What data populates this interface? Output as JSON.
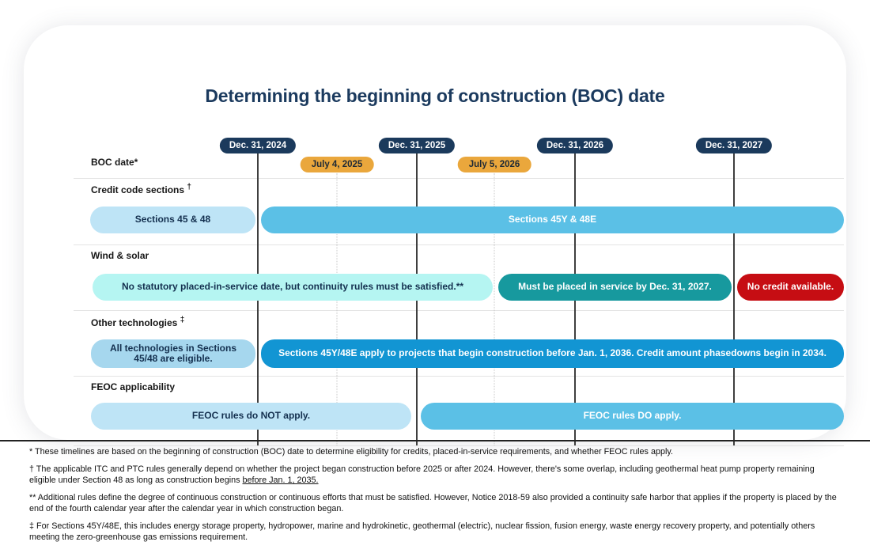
{
  "title": "Determining the beginning of construction (BOC) date",
  "timeline": {
    "milestones": [
      "Dec. 31, 2024",
      "Dec. 31, 2025",
      "Dec. 31, 2026",
      "Dec. 31, 2027"
    ],
    "boc_dates": [
      "July 4, 2025",
      "July 5, 2026"
    ]
  },
  "rows": {
    "boc": {
      "label": "BOC date*"
    },
    "credit": {
      "label": "Credit code sections",
      "marker": "†",
      "bar_left": "Sections 45 & 48",
      "bar_right": "Sections 45Y & 48E"
    },
    "wind": {
      "label": "Wind & solar",
      "bar_left": "No statutory placed-in-service date, but continuity rules must be satisfied.**",
      "bar_mid": "Must be placed in service by Dec. 31, 2027.",
      "bar_right": "No credit available."
    },
    "other": {
      "label": "Other technologies",
      "marker": "‡",
      "bar_left": "All technologies in Sections 45/48 are eligible.",
      "bar_right": "Sections 45Y/48E apply to projects that begin construction before Jan. 1, 2036. Credit amount phasedowns begin in 2034."
    },
    "feoc": {
      "label": "FEOC applicability",
      "bar_left": "FEOC rules do NOT apply.",
      "bar_right": "FEOC rules DO apply."
    }
  },
  "footnotes": {
    "fn1": "* These timelines are based on the beginning of construction (BOC) date to determine eligibility for credits, placed-in-service requirements, and whether FEOC rules apply.",
    "fn2_pre": "† The applicable ITC and PTC rules generally depend on whether the project began construction before 2025 or after 2024. However, there's some overlap, including geothermal heat pump property remaining eligible under Section 48 as long as construction begins ",
    "fn2_underline": "before Jan. 1, 2035.",
    "fn3": "** Additional rules define the degree of continuous construction or continuous efforts that must be satisfied. However, Notice 2018-59 also provided a continuity safe harbor that applies if the property is placed by the end of the fourth calendar year after the calendar year in which construction began.",
    "fn4": "‡ For Sections 45Y/48E, this includes energy storage property, hydropower, marine and hydrokinetic, geothermal (electric), nuclear fission, fusion energy, waste energy recovery property, and potentially others meeting the zero-greenhouse gas emissions requirement."
  },
  "colors": {
    "navy": "#1b3a5c",
    "yellow": "#eaa73c",
    "light_blue": "#bee4f6",
    "pale_blue": "#a6d7ee",
    "medium_blue": "#5bc0e6",
    "strong_blue": "#1295d3",
    "cyan": "#b5f5f2",
    "teal": "#17999e",
    "red": "#c60d13"
  }
}
